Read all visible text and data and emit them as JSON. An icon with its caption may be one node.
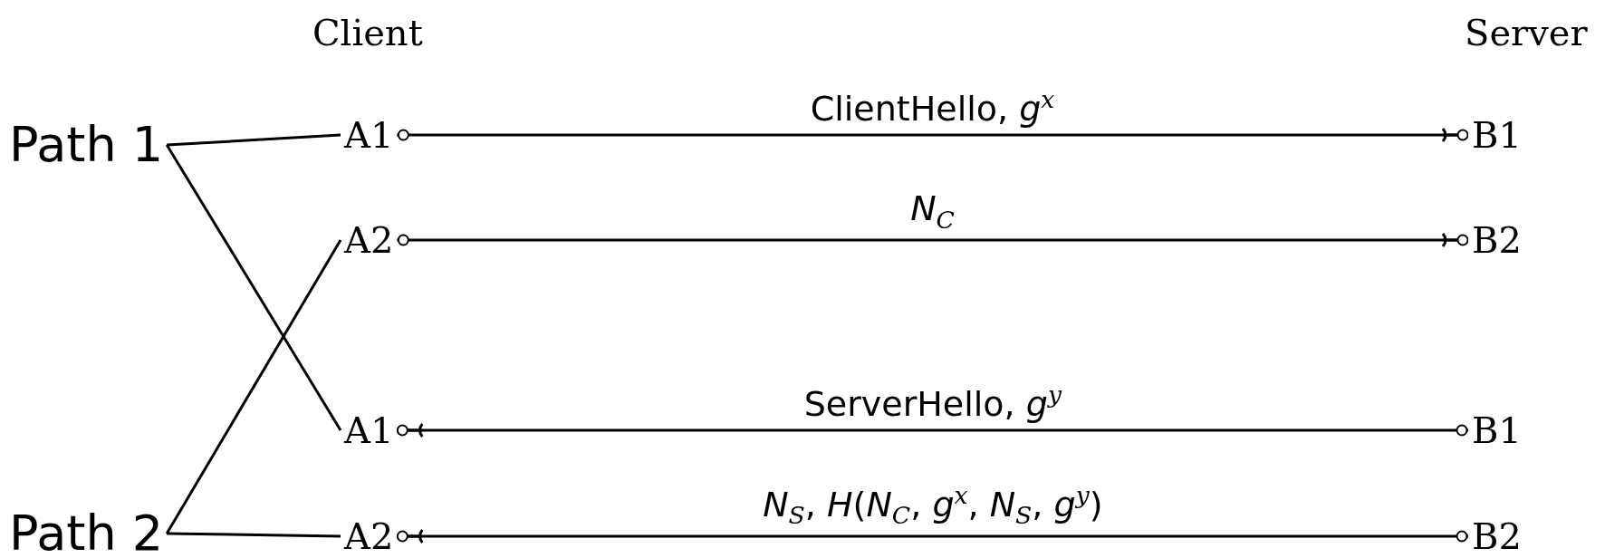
{
  "diagram": {
    "nodes": [
      {
        "text": [
          "Client"
        ]
      },
      {
        "text": [
          "Server"
        ]
      },
      {
        "text": [
          "Path 1"
        ]
      },
      {
        "text": [
          "Path 2"
        ]
      },
      {
        "text": [
          "A1"
        ]
      },
      {
        "text": [
          "A2"
        ]
      },
      {
        "text": [
          "A1"
        ]
      },
      {
        "text": [
          "A2"
        ]
      },
      {
        "text": [
          "B1"
        ]
      },
      {
        "text": [
          "B2"
        ]
      },
      {
        "text": [
          "B1"
        ]
      },
      {
        "text": [
          "B2"
        ]
      }
    ],
    "edges": [
      {
        "from": 2,
        "to": 4,
        "arrow": "none"
      },
      {
        "from": 2,
        "to": 6,
        "arrow": "none"
      },
      {
        "from": 3,
        "to": 5,
        "arrow": "none"
      },
      {
        "from": 3,
        "to": 7,
        "arrow": "none"
      },
      {
        "from": 4,
        "to": 8,
        "arrow": "to",
        "label": "ClientHello, *g*$^{x}$"
      },
      {
        "from": 5,
        "to": 9,
        "arrow": "to",
        "label": "*N*$_{C}$"
      },
      {
        "from": 10,
        "to": 6,
        "arrow": "to",
        "label": "ServerHello, *g*$^{y}$"
      },
      {
        "from": 11,
        "to": 7,
        "arrow": "to",
        "label": "*N*$_{S}$, *H*(*N*$_{C}$, *g*$^{x}$, *N*$_{S}$, *g*$^{y}$)"
      }
    ]
  }
}
